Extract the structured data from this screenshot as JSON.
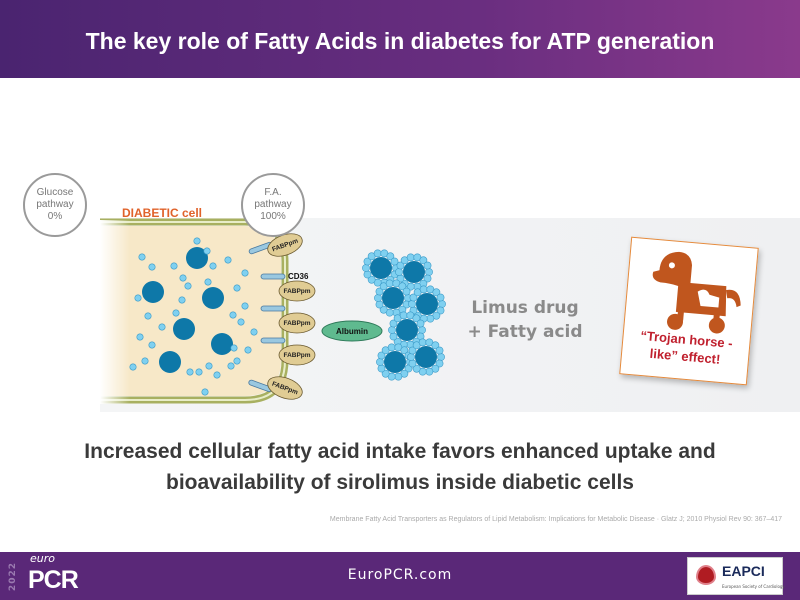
{
  "header": {
    "title": "The key role of Fatty Acids in diabetes for ATP generation"
  },
  "diagram": {
    "glucose": {
      "line1": "Glucose",
      "line2": "pathway",
      "line3": "0%"
    },
    "fa": {
      "line1": "F.A.",
      "line2": "pathway",
      "line3": "100%"
    },
    "cell_label": "DIABETIC cell",
    "transporter_label": "FABPpm",
    "cd36_label": "CD36",
    "albumin_label": "Albumin",
    "limus_line1": "Limus drug",
    "limus_line2": "+ Fatty acid",
    "trojan_line1": "“Trojan horse -",
    "trojan_line2": "like” effect!",
    "colors": {
      "nucleus": "#0e78a8",
      "droplet": "#7fd0f0",
      "cell": "#f7e8c8",
      "membrane": "#a8b060",
      "fabp": "#e0cc94",
      "albumin": "#5fba8f",
      "horse": "#c0561e"
    }
  },
  "conclusion": {
    "line1": "Increased cellular fatty acid intake favors enhanced uptake and",
    "line2": "bioavailability of sirolimus inside diabetic cells"
  },
  "citation": "Membrane Fatty Acid Transporters as Regulators of Lipid Metabolism: Implications for Metabolic Disease · Glatz J; 2010 Physiol Rev 90: 367–417",
  "footer": {
    "site": "EuroPCR.com",
    "logo_year": "2022",
    "logo_euro": "euro",
    "logo_pcr": "PCR",
    "partner": "EAPCI",
    "partner_sub": "European Society of Cardiology"
  }
}
